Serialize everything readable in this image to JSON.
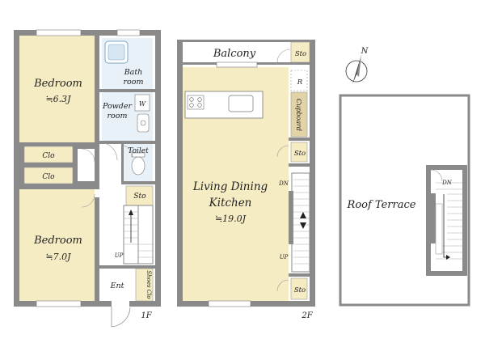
{
  "floor1": {
    "bedroom_upper": {
      "label": "Bedroom",
      "area": "≒6.3J"
    },
    "bedroom_lower": {
      "label": "Bedroom",
      "area": "≒7.0J"
    },
    "bath": {
      "line1": "Bath",
      "line2": "room"
    },
    "powder": {
      "line1": "Powder",
      "line2": "room"
    },
    "washer": "W",
    "toilet": "Toilet",
    "clo_upper": "Clo",
    "clo_lower": "Clo",
    "sto": "Sto",
    "up": "UP",
    "ent": "Ent",
    "shoes": "Shoes Clo",
    "floor_label": "1F"
  },
  "floor2": {
    "balcony": "Balcony",
    "sto_balcony": "Sto",
    "ldk": {
      "line1": "Living Dining",
      "line2": "Kitchen",
      "area": "≒19.0J"
    },
    "fridge": "R",
    "cupboard": "Cupboard",
    "sto_mid": "Sto",
    "sto_low": "Sto",
    "dn": "DN",
    "up": "UP",
    "floor_label": "2F"
  },
  "roof": {
    "terrace": "Roof Terrace",
    "dn": "DN"
  },
  "compass": {
    "north": "N"
  },
  "colors": {
    "wall": "#8a8a8a",
    "wall_dark": "#6e6e6e",
    "room_fill": "#f6ecc4",
    "wet_fill": "#e8f1f8",
    "cupboard_fill": "#e2d3a6"
  }
}
